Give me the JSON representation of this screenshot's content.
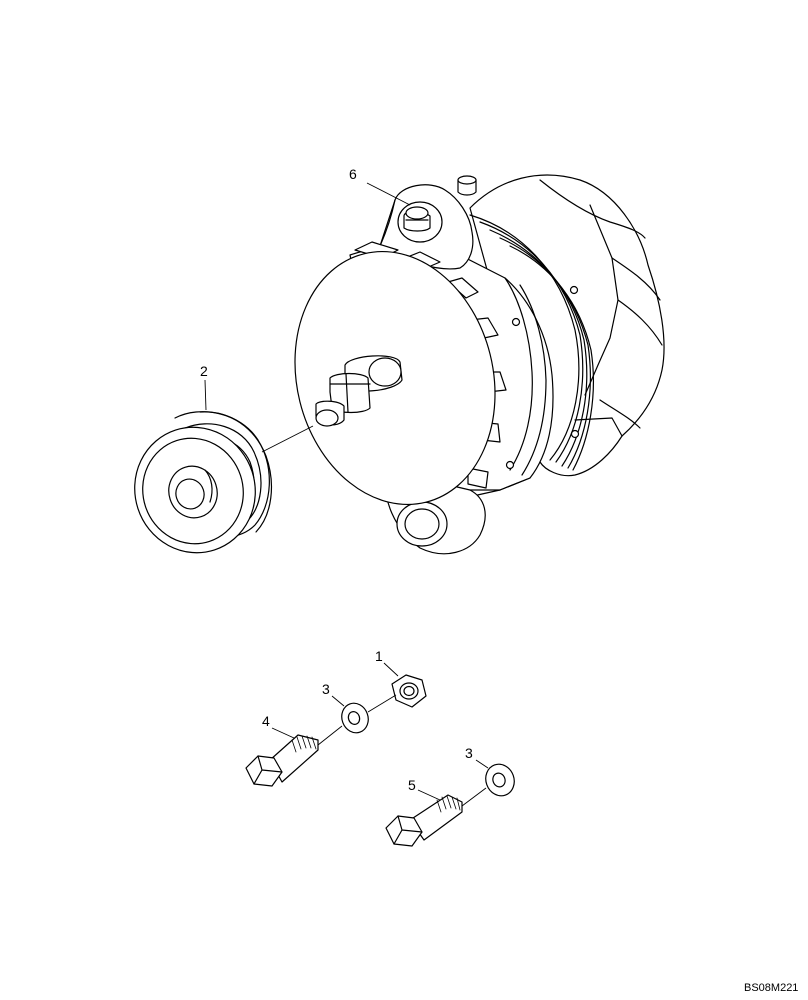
{
  "callouts": {
    "c1": "1",
    "c2": "2",
    "c3a": "3",
    "c3b": "3",
    "c4": "4",
    "c5": "5",
    "c6": "6"
  },
  "drawing_ref": "BS08M221"
}
